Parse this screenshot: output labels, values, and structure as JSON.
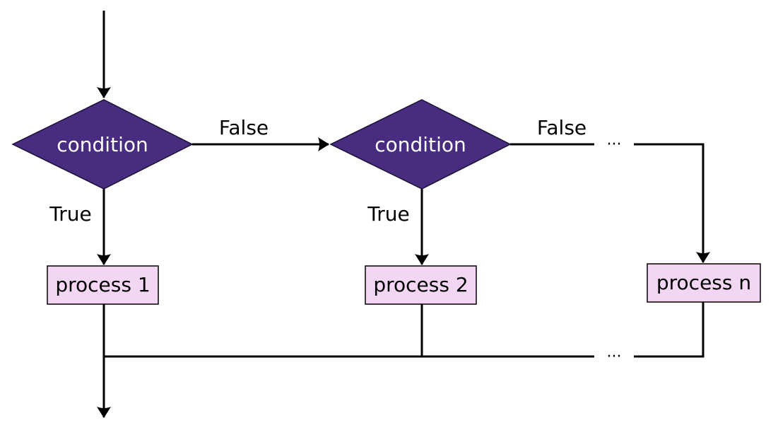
{
  "colors": {
    "decision_fill": "#472c80",
    "decision_text": "#ffffff",
    "process_fill": "#f3d6f3",
    "process_text": "#000000",
    "edge": "#000000"
  },
  "decisions": [
    {
      "label": "condition"
    },
    {
      "label": "condition"
    }
  ],
  "processes": [
    {
      "label": "process 1"
    },
    {
      "label": "process 2"
    },
    {
      "label": "process n"
    }
  ],
  "edge_labels": {
    "false_1": "False",
    "false_2": "False",
    "true_1": "True",
    "true_2": "True"
  },
  "ellipses": {
    "top": "···",
    "bottom": "···"
  }
}
